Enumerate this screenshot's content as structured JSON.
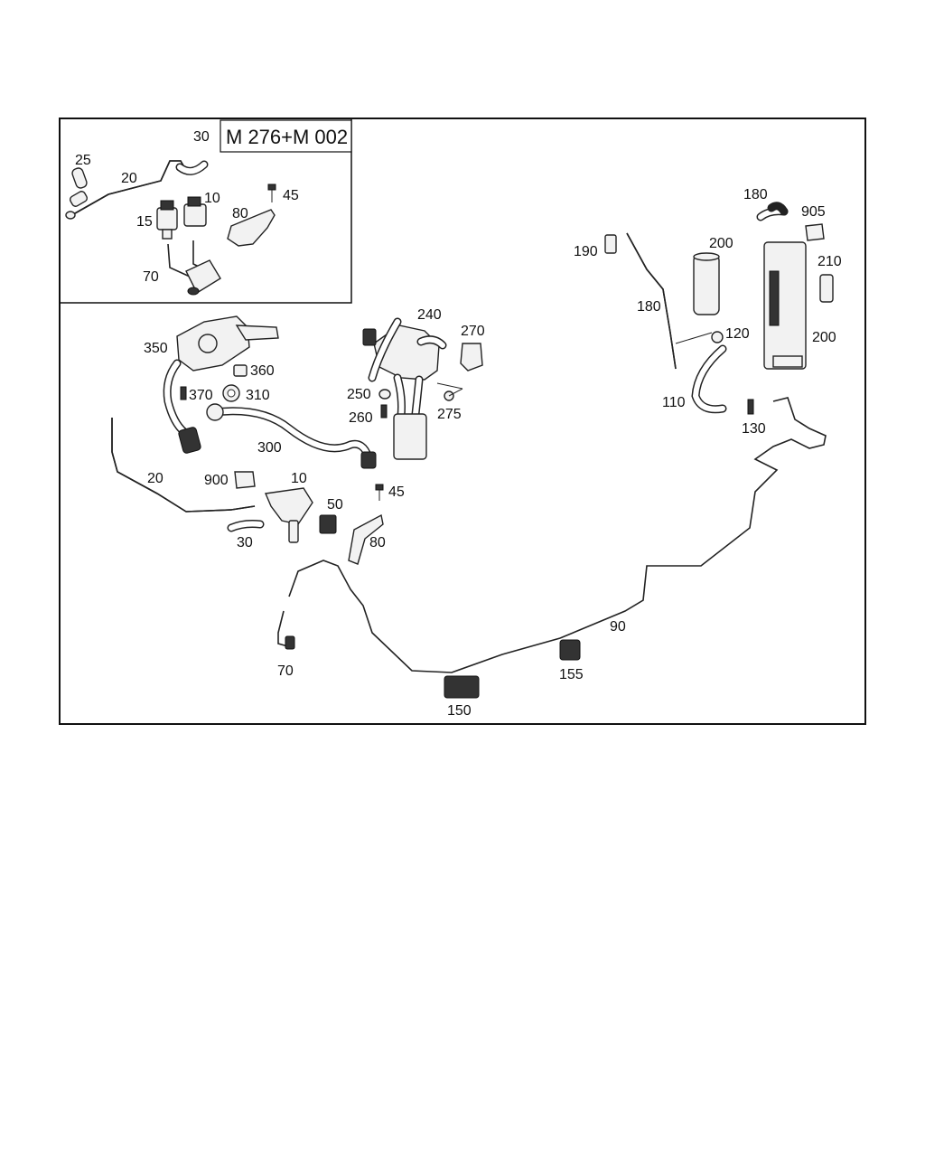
{
  "diagram": {
    "inset_title": "M 276+M 002",
    "labels": {
      "inset_30": "30",
      "inset_25": "25",
      "inset_20": "20",
      "inset_10": "10",
      "inset_45": "45",
      "inset_15": "15",
      "inset_80": "80",
      "inset_70": "70",
      "p240": "240",
      "p270": "270",
      "p350": "350",
      "p360": "360",
      "p370": "370",
      "p310": "310",
      "p250": "250",
      "p260": "260",
      "p275": "275",
      "p300": "300",
      "p20": "20",
      "p900": "900",
      "p10": "10",
      "p50": "50",
      "p45": "45",
      "p30": "30",
      "p80": "80",
      "p70": "70",
      "p90": "90",
      "p155": "155",
      "p150": "150",
      "p180a": "180",
      "p905": "905",
      "p190": "190",
      "p200a": "200",
      "p210": "210",
      "p180b": "180",
      "p120": "120",
      "p200b": "200",
      "p110": "110",
      "p130": "130"
    }
  }
}
